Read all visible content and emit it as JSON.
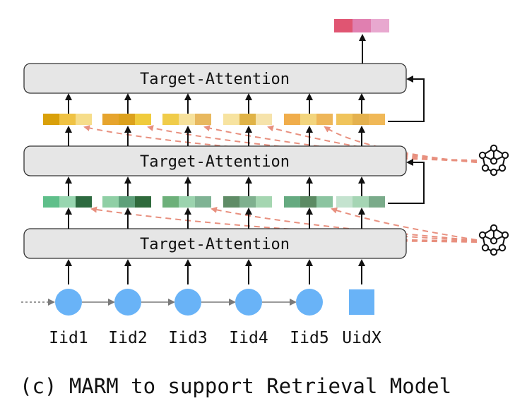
{
  "layers": [
    {
      "label": "Target-Attention"
    },
    {
      "label": "Target-Attention"
    },
    {
      "label": "Target-Attention"
    }
  ],
  "nodes": [
    {
      "label": "Iid1",
      "shape": "circle"
    },
    {
      "label": "Iid2",
      "shape": "circle"
    },
    {
      "label": "Iid3",
      "shape": "circle"
    },
    {
      "label": "Iid4",
      "shape": "circle"
    },
    {
      "label": "Iid5",
      "shape": "circle"
    },
    {
      "label": "UidX",
      "shape": "square"
    }
  ],
  "embeddings": {
    "green": [
      [
        "#5fbf8a",
        "#98d6b0",
        "#2d6a40"
      ],
      [
        "#8fcfa5",
        "#5ea07a",
        "#2f6a3c"
      ],
      [
        "#6db07a",
        "#9bd3ae",
        "#7fb394"
      ],
      [
        "#5f8c66",
        "#7fb08e",
        "#a5d6b1"
      ],
      [
        "#65aa80",
        "#5b8a63",
        "#8bc4a0"
      ],
      [
        "#c4e3cf",
        "#a5d5b4",
        "#7aab8a"
      ]
    ],
    "yellow": [
      [
        "#d9a00a",
        "#efc244",
        "#f6dd8a"
      ],
      [
        "#e6a42d",
        "#dca11c",
        "#f0cb3c"
      ],
      [
        "#f0cc4a",
        "#f6e19c",
        "#e8b85e"
      ],
      [
        "#f7e3a0",
        "#e0b347",
        "#f6e3ab"
      ],
      [
        "#f0ad4b",
        "#f3d57e",
        "#eeb659"
      ],
      [
        "#f0c45c",
        "#e4b14e",
        "#f0b857"
      ]
    ],
    "output": [
      "#e05572",
      "#e07fb0",
      "#e8a8cf"
    ]
  },
  "colors": {
    "node_fill": "#69b3f7",
    "layer_fill": "#e6e6e6",
    "layer_stroke": "#333333",
    "dashed_link": "#e8907f",
    "arrow": "#111111"
  },
  "icons": [
    "network-graph-icon",
    "network-graph-icon"
  ],
  "caption": "(c) MARM to support Retrieval Model"
}
